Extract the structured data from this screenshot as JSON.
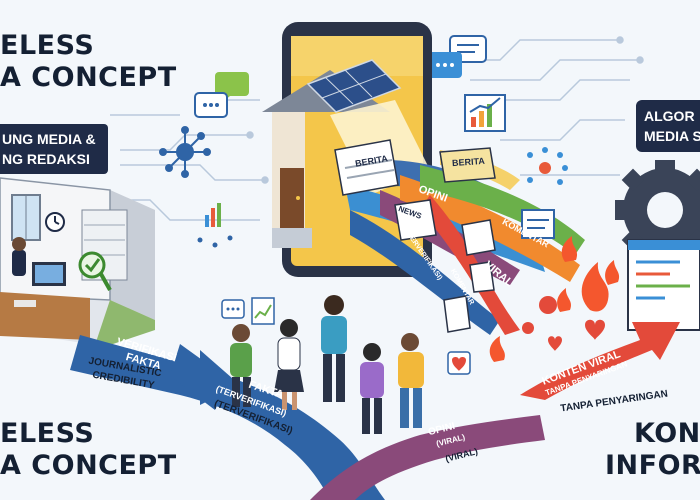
{
  "titles": {
    "top_left_line1": "ELESS",
    "top_left_line2": "A CONCEPT",
    "bottom_left_line1": "ELESS",
    "bottom_left_line2": "A CONCEPT",
    "bottom_right_line1": "KON",
    "bottom_right_line2": "INFOR"
  },
  "badges": {
    "left_line1": "UNG MEDIA &",
    "left_line2": "NG REDAKSI",
    "right_line1": "ALGOR",
    "right_line2": "MEDIA S"
  },
  "streams": {
    "berita_1": "BERITA",
    "berita_2": "BERITA",
    "opini": "OPINI",
    "komentar": "KOMENTAR",
    "viral": "VIRAL",
    "news": "NEWS",
    "terverifikasi": "(TERVERIFIKASI)",
    "komentar_small": "KOMENTAR"
  },
  "blue_ribbon": {
    "label": "VERIFIKASI FAKTA",
    "fakta": "FAKTA",
    "fakta_sub": "(TERVERIFIKASI)",
    "sub2": "(TERVERIFIKASI)"
  },
  "journalistic": {
    "line1": "JOURNALISTIC",
    "line2": "CREDIBILITY"
  },
  "purple_ribbon": {
    "label": "OPINI",
    "sub": "(VIRAL)",
    "sub2": "(VIRAL)"
  },
  "red_ribbon": {
    "label": "KONTEN VIRAL",
    "sub": "TANPA PENYARINGAN",
    "sub2": "TANPA PENYARINGAN"
  },
  "colors": {
    "blue_ribbon": "#2f64a6",
    "purple_ribbon": "#8a4a7a",
    "red_ribbon": "#e34a3a",
    "navy": "#1f2b47",
    "green_stream": "#6bb04a",
    "orange_stream": "#f18a2e",
    "fire": "#f4572e"
  }
}
